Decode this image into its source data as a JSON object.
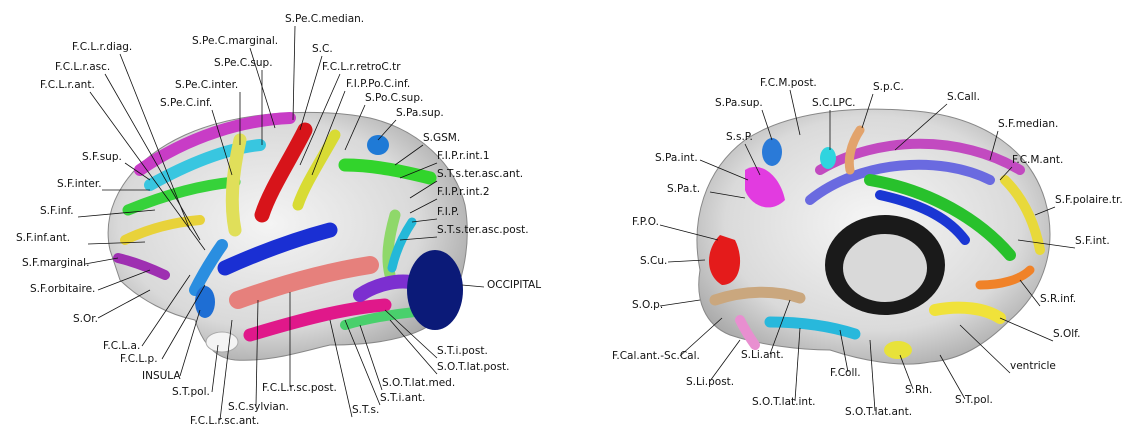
{
  "lateral_view": {
    "labels": [
      "S.Pe.C.median.",
      "F.C.L.r.diag.",
      "S.Pe.C.marginal.",
      "S.C.",
      "F.C.L.r.asc.",
      "S.Pe.C.sup.",
      "F.C.L.r.retroC.tr",
      "F.C.L.r.ant.",
      "S.Pe.C.inter.",
      "F.I.P.Po.C.inf.",
      "S.Po.C.sup.",
      "S.Pe.C.inf.",
      "S.Pa.sup.",
      "S.GSM.",
      "S.F.sup.",
      "F.I.P.r.int.1",
      "S.T.s.ter.asc.ant.",
      "S.F.inter.",
      "F.I.P.r.int.2",
      "S.F.inf.",
      "F.I.P.",
      "S.T.s.ter.asc.post.",
      "S.F.inf.ant.",
      "S.F.marginal.",
      "OCCIPITAL",
      "S.F.orbitaire.",
      "S.Or.",
      "F.C.L.a.",
      "F.C.L.p.",
      "INSULA",
      "S.T.pol.",
      "S.T.i.post.",
      "S.O.T.lat.post.",
      "S.O.T.lat.med.",
      "F.C.L.r.sc.post.",
      "S.T.i.ant.",
      "S.C.sylvian.",
      "S.T.s.",
      "F.C.L.r.sc.ant."
    ]
  },
  "medial_view": {
    "labels": [
      "F.C.M.post.",
      "S.p.C.",
      "S.Pa.sup.",
      "S.C.LPC.",
      "S.Call.",
      "S.F.median.",
      "S.s.P.",
      "S.Pa.int.",
      "F.C.M.ant.",
      "S.Pa.t.",
      "S.F.polaire.tr.",
      "F.P.O.",
      "S.F.int.",
      "S.Cu.",
      "S.R.inf.",
      "S.O.p.",
      "S.Olf.",
      "F.Cal.ant.-Sc.Cal.",
      "S.Li.ant.",
      "ventricle",
      "S.Li.post.",
      "F.Coll.",
      "S.Rh.",
      "S.T.pol.",
      "S.O.T.lat.int.",
      "S.O.T.lat.ant."
    ]
  }
}
